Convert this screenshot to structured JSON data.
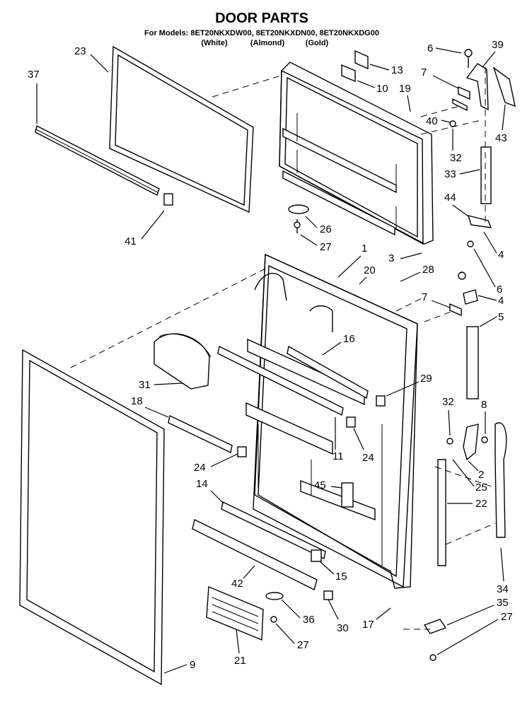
{
  "title": "DOOR PARTS",
  "models_line": "For Models: 8ET20NKXDW00, 8ET20NKXDN00, 8ET20NKXDG00",
  "colors": [
    "(White)",
    "(Almond)",
    "(Gold)"
  ],
  "callouts": [
    "23",
    "37",
    "41",
    "13",
    "10",
    "19",
    "26",
    "27",
    "6",
    "39",
    "7",
    "40",
    "43",
    "32",
    "33",
    "44",
    "4",
    "6",
    "4",
    "1",
    "3",
    "20",
    "28",
    "7",
    "5",
    "16",
    "29",
    "31",
    "18",
    "24",
    "11",
    "24",
    "14",
    "45",
    "15",
    "42",
    "36",
    "27",
    "21",
    "9",
    "30",
    "17",
    "32",
    "8",
    "2",
    "25",
    "22",
    "34",
    "35",
    "27"
  ]
}
